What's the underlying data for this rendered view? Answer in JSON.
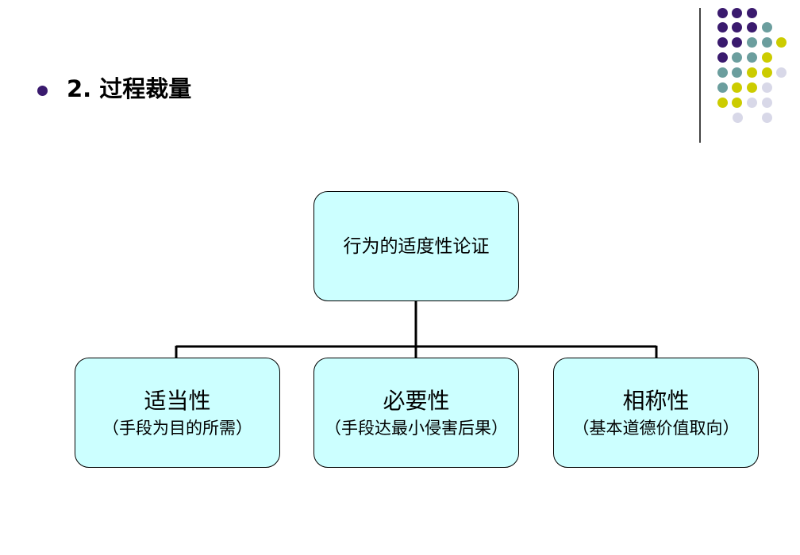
{
  "slide": {
    "heading": "2. 过程裁量",
    "bullet_color": "#3a1a6e"
  },
  "palette": {
    "purple": "#3a1a6e",
    "teal": "#6b9e9e",
    "yellow": "#cccc00",
    "lavender": "#d8d8e8",
    "box_fill": "#ccffff"
  },
  "decoration": {
    "dot_rows": [
      [
        "purple",
        "purple",
        "purple"
      ],
      [
        "purple",
        "purple",
        "purple",
        "teal"
      ],
      [
        "purple",
        "purple",
        "teal",
        "teal",
        "yellow"
      ],
      [
        "purple",
        "teal",
        "teal",
        "yellow"
      ],
      [
        "teal",
        "teal",
        "yellow",
        "yellow",
        "lavender"
      ],
      [
        "teal",
        "yellow",
        "yellow",
        "lavender"
      ],
      [
        "yellow",
        "yellow",
        "lavender",
        "lavender"
      ],
      [
        "lavender",
        "lavender"
      ]
    ]
  },
  "diagram": {
    "root": "行为的适度性论证",
    "children": [
      {
        "title": "适当性",
        "subtitle": "（手段为目的所需）"
      },
      {
        "title": "必要性",
        "subtitle": "（手段达最小侵害后果）"
      },
      {
        "title": "相称性",
        "subtitle": "（基本道德价值取向）"
      }
    ]
  }
}
